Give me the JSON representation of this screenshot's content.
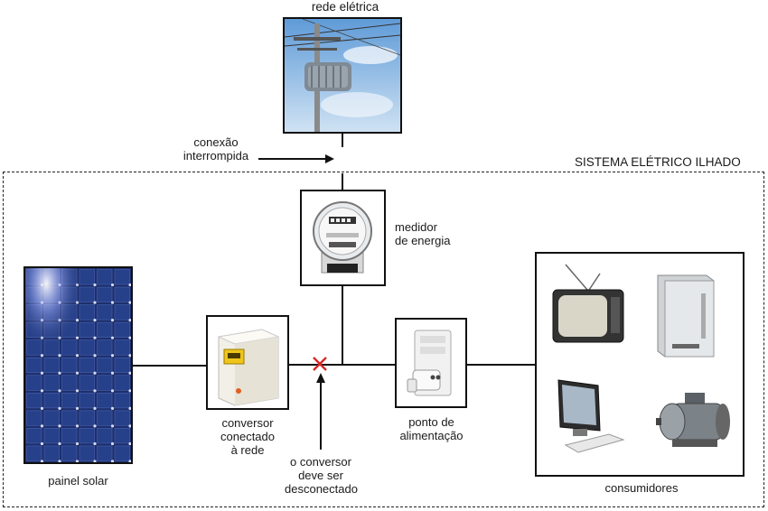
{
  "labels": {
    "grid": "rede elétrica",
    "connection": [
      "conexão",
      "interrompida"
    ],
    "system": "SISTEMA ELÉTRICO ILHADO",
    "meter": [
      "medidor",
      "de energia"
    ],
    "solar": "painel solar",
    "inverter": [
      "conversor",
      "conectado",
      "à rede"
    ],
    "warning": [
      "o conversor",
      "deve ser",
      "desconectado"
    ],
    "outlet": [
      "ponto de",
      "alimentação"
    ],
    "consumers": "consumidores"
  },
  "icons": {
    "pole": "utility-pole-transformer-icon",
    "meter": "energy-meter-icon",
    "solar": "solar-panel-icon",
    "inverter": "grid-tie-inverter-icon",
    "outlet": "wall-outlet-plug-icon",
    "tv": "television-icon",
    "fridge": "refrigerator-icon",
    "computer": "computer-icon",
    "motor": "electric-motor-icon",
    "break": "red-x-disconnect-icon"
  },
  "colors": {
    "wire": "#111111",
    "break_mark": "#d62828",
    "sky": "#6ea8dc",
    "panel": "#1d2f6b"
  }
}
